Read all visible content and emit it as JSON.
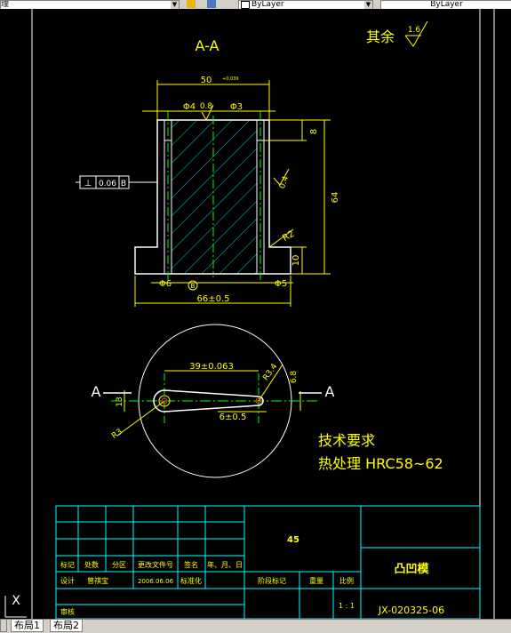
{
  "toolbar": {
    "combo_left": "理",
    "layer_combo": "ByLayer",
    "linetype_combo": "ByLayer"
  },
  "drawing": {
    "section_label": "A-A",
    "roughness_prefix": "其余",
    "roughness_value": "1.6",
    "dim_top_width": "50",
    "dim_top_tol": "+0.039",
    "dim_hole_left": "Φ4",
    "dim_roughness_top": "0.8",
    "dim_hole_right": "Φ3",
    "dim_right_8": "8",
    "dim_right_64": "64",
    "dim_right_10": "10",
    "dim_chamfer": "0.4",
    "dim_radius_r2": "R2",
    "perp_symbol": "⊥",
    "perp_value": "0.06",
    "perp_datum": "B",
    "dim_bottom_6": "Φ6",
    "datum_b": "B",
    "dim_bottom_5": "Φ5",
    "dim_width_66": "66±0.5",
    "dim_center_39": "39±0.063",
    "dim_r3_4": "R3.4",
    "dim_6_8": "6.8",
    "dim_13": "13",
    "dim_r3": "R3",
    "dim_6_5": "6±0.5",
    "section_a": "A",
    "tech_title": "技术要求",
    "tech_line": "热处理 HRC58~62"
  },
  "title_block": {
    "material": "45",
    "part_name": "凸凹模",
    "headers": [
      "标记",
      "处数",
      "分区",
      "更改文件号",
      "签名",
      "年、月、日"
    ],
    "row_design": [
      "设计",
      "曾祺宝",
      "2006.06.06",
      "标准化"
    ],
    "col_stage": "阶段标记",
    "col_weight": "重量",
    "col_scale": "比例",
    "scale_value": "1 : 1",
    "row_review": "审核",
    "drawing_no": "JX-020325-06"
  },
  "layout_tabs": [
    "布局1",
    "布局2"
  ],
  "colors": {
    "outline": "#ffffff",
    "dimension": "#ffff00",
    "centerline": "#00ff00",
    "hatch": "#00cccc",
    "table": "#00ffff"
  }
}
